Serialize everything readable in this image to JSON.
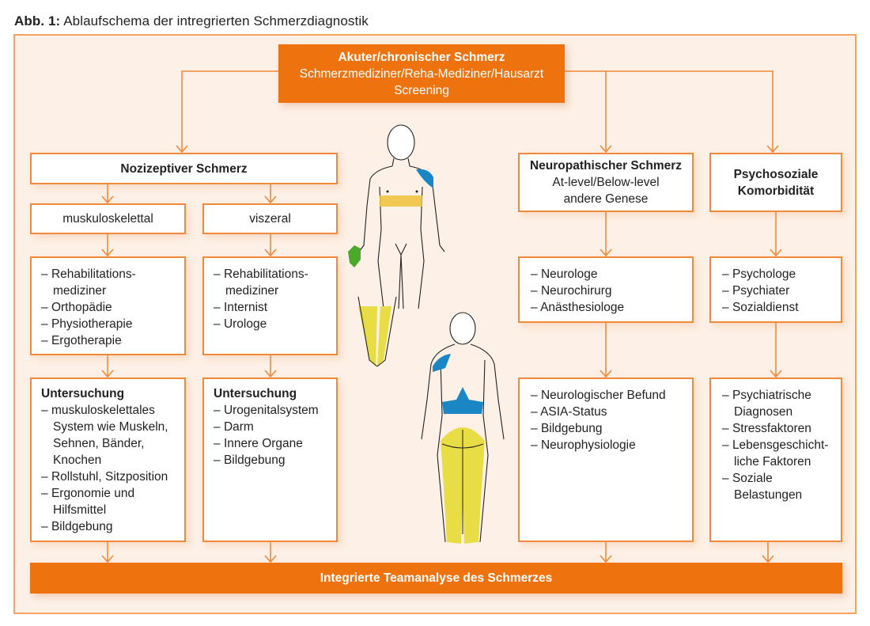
{
  "caption": {
    "label": "Abb. 1:",
    "text": " Ablaufschema der intregrierten Schmerzdiagnostik"
  },
  "colors": {
    "accent_orange": "#ee730f",
    "line_orange": "#f08a3a",
    "frame_bg": "#fdf0e6",
    "pain_yellow": "#e8dd45",
    "pain_blue": "#1a86c4",
    "pain_green": "#4caa2a"
  },
  "top_box": {
    "title": "Akuter/chronischer Schmerz",
    "line2": "Schmerzmediziner/Reha-Mediziner/Hausarzt",
    "line3": "Screening"
  },
  "nociceptive": {
    "title": "Nozizeptiver Schmerz",
    "musculoskeletal": {
      "title": "muskuloskelettal",
      "specialists": [
        "Rehabilitations-mediziner",
        "Orthopädie",
        "Physiotherapie",
        "Ergotherapie"
      ],
      "exam_title": "Untersuchung",
      "exams": [
        "muskuloskelettales System wie Muskeln, Sehnen, Bänder, Knochen",
        "Rollstuhl, Sitzposition",
        "Ergonomie und Hilfsmittel",
        "Bildgebung"
      ]
    },
    "visceral": {
      "title": "viszeral",
      "specialists": [
        "Rehabilitations-mediziner",
        "Internist",
        "Urologe"
      ],
      "exam_title": "Untersuchung",
      "exams": [
        "Urogenitalsystem",
        "Darm",
        "Innere Organe",
        "Bildgebung"
      ]
    }
  },
  "neuropathic": {
    "title": "Neuropathischer Schmerz",
    "line2": "At-level/Below-level",
    "line3": "andere Genese",
    "specialists": [
      "Neurologe",
      "Neurochirurg",
      "Anästhesiologe"
    ],
    "exams": [
      "Neurologischer Befund",
      "ASIA-Status",
      "Bildgebung",
      "Neurophysiologie"
    ]
  },
  "psychosocial": {
    "title_line1": "Psychosoziale",
    "title_line2": "Komorbidität",
    "specialists": [
      "Psychologe",
      "Psychiater",
      "Sozialdienst"
    ],
    "exams": [
      "Psychiatrische Diagnosen",
      "Stressfaktoren",
      "Lebensgeschicht-liche Faktoren",
      "Soziale Belastungen"
    ]
  },
  "bottom_bar": {
    "label": "Integrierte Teamanalyse des Schmerzes"
  },
  "figures": {
    "front": "body-front-illustration",
    "back": "body-back-illustration"
  }
}
